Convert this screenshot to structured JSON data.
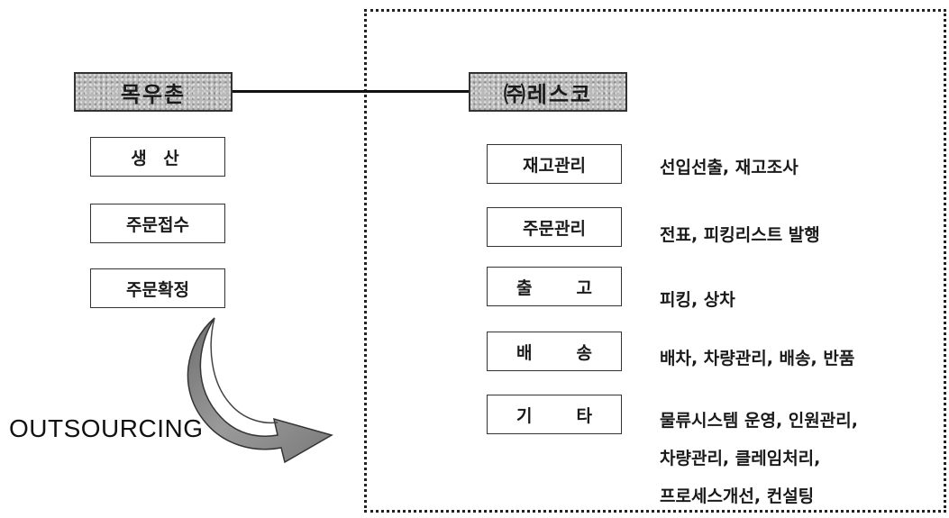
{
  "left_org": {
    "title": "목우촌",
    "tasks": [
      "생 산",
      "주문접수",
      "주문확정"
    ]
  },
  "right_org": {
    "title": "㈜레스코",
    "tasks": [
      {
        "label_a": "재고관리",
        "label_b": "",
        "desc": [
          "선입선출, 재고조사"
        ]
      },
      {
        "label_a": "주문관리",
        "label_b": "",
        "desc": [
          "전표, 피킹리스트 발행"
        ]
      },
      {
        "label_a": "출",
        "label_b": "고",
        "desc": [
          "피킹, 상차"
        ]
      },
      {
        "label_a": "배",
        "label_b": "송",
        "desc": [
          "배차, 차량관리, 배송, 반품"
        ]
      },
      {
        "label_a": "기",
        "label_b": "타",
        "desc": [
          "물류시스템 운영, 인원관리,",
          "차량관리, 클레임처리,",
          "프로세스개선, 컨설팅"
        ]
      }
    ]
  },
  "arrow": {
    "label": "OUTSOURCING",
    "icon": "curved-arrow-icon"
  },
  "colors": {
    "header_fill": "#b9b9b9",
    "arrow_fill": "#8a8a8a"
  }
}
